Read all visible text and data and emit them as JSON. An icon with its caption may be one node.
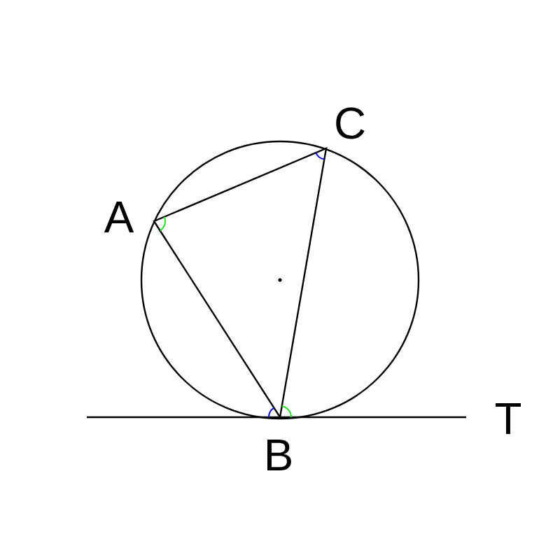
{
  "diagram": {
    "labels": [
      "C",
      "A",
      "B",
      "T"
    ]
  }
}
